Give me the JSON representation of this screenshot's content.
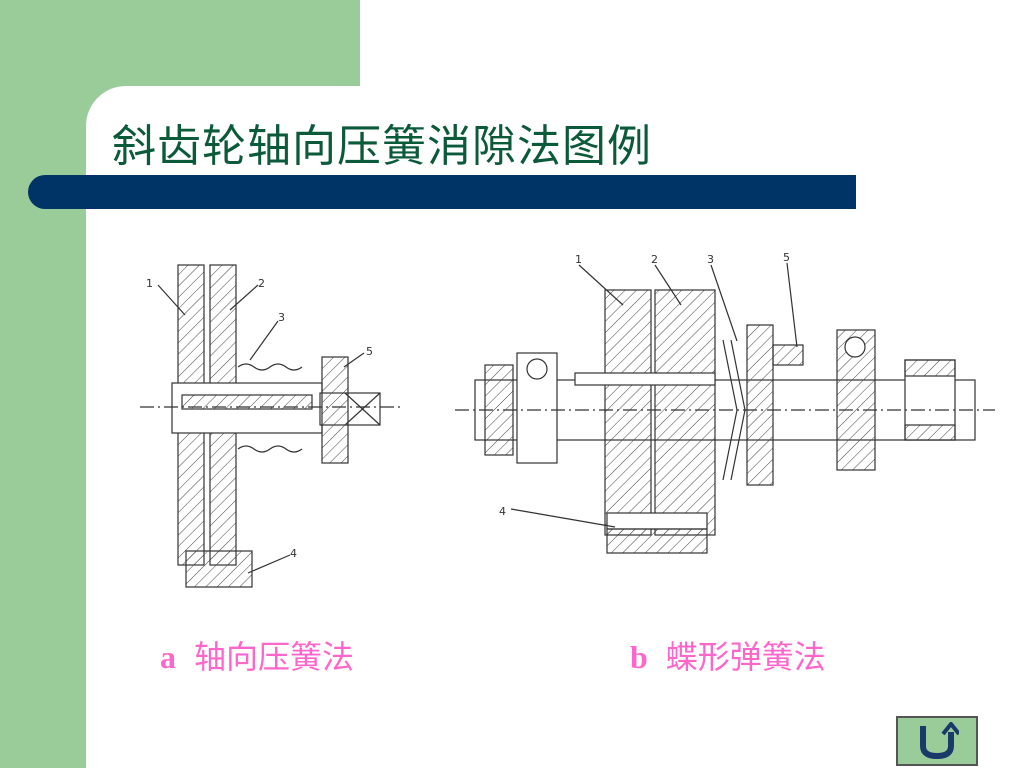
{
  "slide": {
    "title": "斜齿轮轴向压簧消隙法图例",
    "colors": {
      "sidebar": "#99cc99",
      "title_bar": "#003366",
      "title_text": "#0b5a3a",
      "caption_text": "#ff66cc"
    }
  },
  "figure_a": {
    "letter": "a",
    "caption": "轴向压簧法",
    "labels": [
      "1",
      "2",
      "3",
      "5",
      "4"
    ]
  },
  "figure_b": {
    "letter": "b",
    "caption": "蝶形弹簧法",
    "labels": [
      "1",
      "2",
      "3",
      "5",
      "4"
    ]
  },
  "nav": {
    "return_icon": "u-turn-arrow-icon"
  }
}
